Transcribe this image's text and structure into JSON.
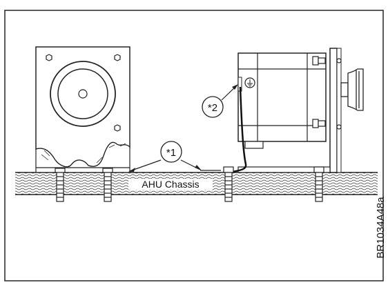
{
  "labels": {
    "callout_1": "*1",
    "callout_2": "*2",
    "chassis": "AHU Chassis",
    "figure_id": "BR1034A48a"
  }
}
